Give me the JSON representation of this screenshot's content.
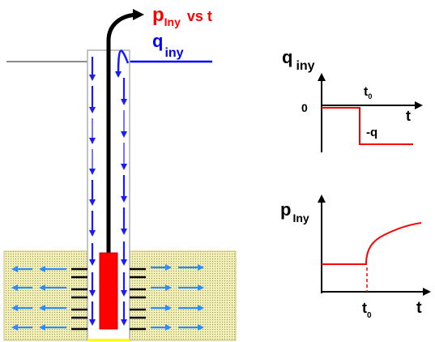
{
  "well_labels": {
    "pressure_main": "p",
    "pressure_sub": "Iny",
    "pressure_rest": "vs  t",
    "rate_main": "q",
    "rate_sub": "iny"
  },
  "rate_chart": {
    "y_label_main": "q",
    "y_label_sub": "iny",
    "zero_label": "0",
    "t0_main": "t",
    "t0_sub": "0",
    "x_label": "t",
    "step_label": "-q"
  },
  "pressure_chart": {
    "y_label_main": "p",
    "y_label_sub": "Iny",
    "t0_main": "t",
    "t0_sub": "0",
    "x_label": "t"
  },
  "colors": {
    "flow_arrow": "#1a1aff",
    "injection_arrow": "#000000",
    "packer": "#ff0000",
    "formation": "#f2f0b8",
    "ground_line": "#8c8c8c",
    "rate_line": "#0000ff",
    "response_curve": "#ff0000",
    "title_text": "#ff0000"
  }
}
